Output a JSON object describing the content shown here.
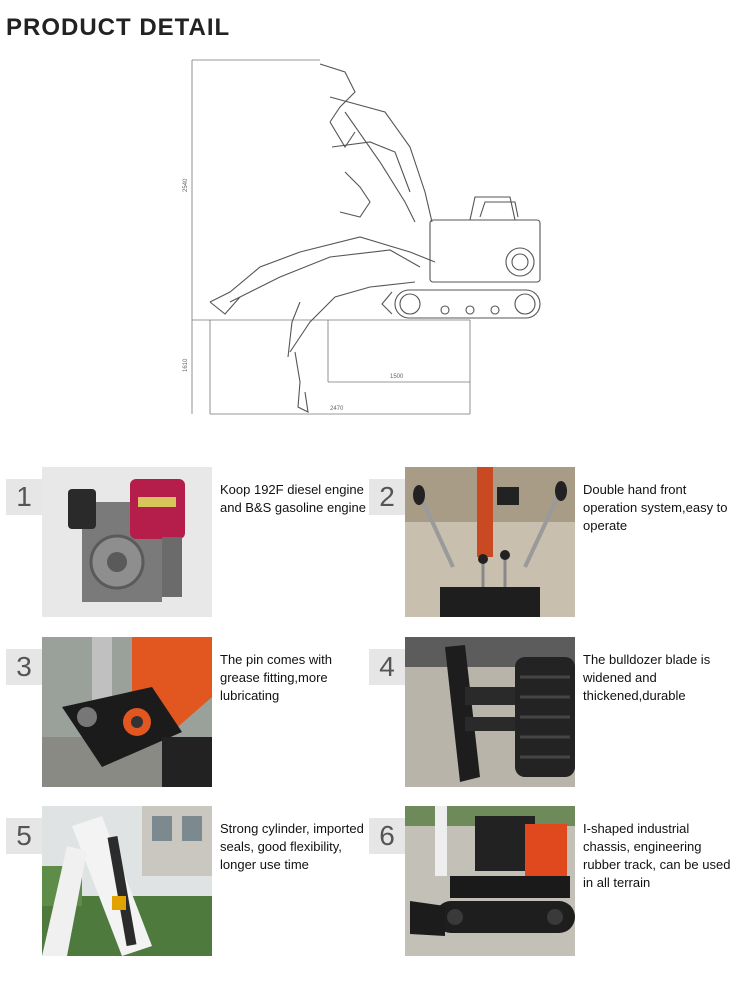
{
  "header": {
    "title": "PRODUCT DETAIL"
  },
  "diagram": {
    "dim_height": "2540",
    "dim_depth": "1610",
    "dim_reach": "1500",
    "dim_total": "2470"
  },
  "features": [
    {
      "number": "1",
      "text": "Koop 192F diesel engine and B&S gasoline engine"
    },
    {
      "number": "2",
      "text": "Double hand front operation system,easy to operate"
    },
    {
      "number": "3",
      "text": "The pin comes with grease fitting,more lubricating"
    },
    {
      "number": "4",
      "text": "The bulldozer blade is widened and thickened,durable"
    },
    {
      "number": "5",
      "text": "Strong cylinder, imported seals, good flexibility, longer use time"
    },
    {
      "number": "6",
      "text": "I-shaped industrial chassis, engineering rubber track, can be used in all terrain"
    }
  ]
}
